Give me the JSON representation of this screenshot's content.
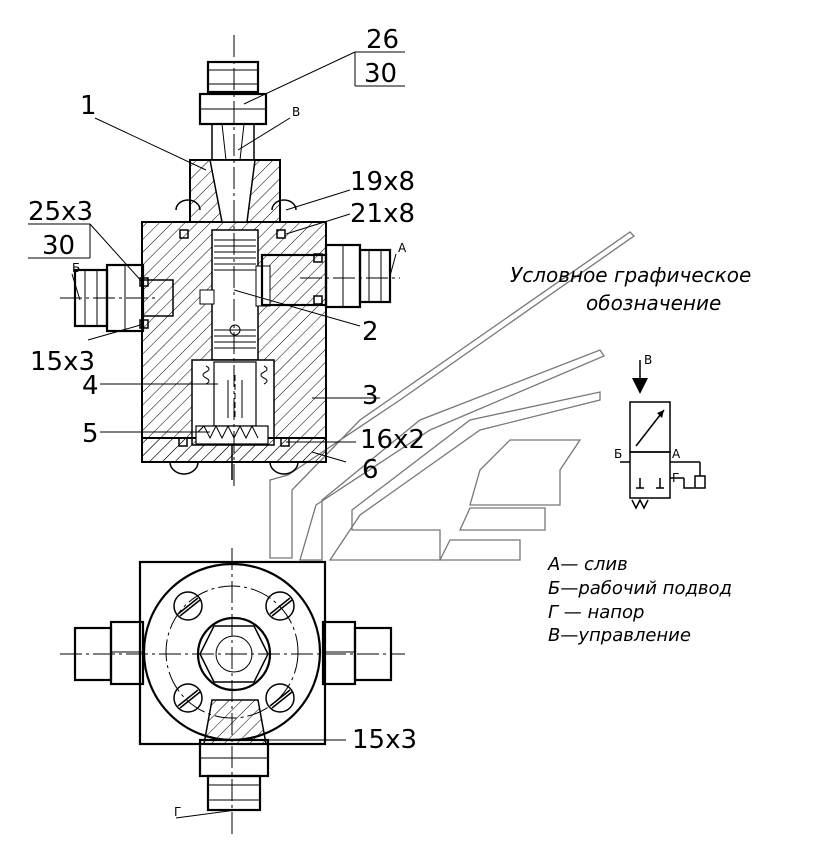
{
  "callouts": {
    "c26": "26",
    "c30_top": "30",
    "c1": "1",
    "cV_top": "В",
    "c19x8": "19x8",
    "c21x8": "21x8",
    "c25x3": "25x3",
    "c30_left": "30",
    "cB_left": "Б",
    "cA_right": "А",
    "c2": "2",
    "c15x3_left": "15x3",
    "c4": "4",
    "c3": "3",
    "c5": "5",
    "c16x2": "16x2",
    "c6": "6",
    "c15x3_bottom": "15x3",
    "cG_bottom": "Г"
  },
  "symbol": {
    "title_line1": "Условное графическое",
    "title_line2": "обозначение",
    "port_V": "В",
    "port_B": "Б",
    "port_A": "А",
    "port_G": "Г"
  },
  "legend": {
    "items": [
      "А—  слив",
      "Б—рабочий подвод",
      "Г —  напор",
      "В—управление"
    ]
  },
  "colors": {
    "line": "#000000",
    "watermark": "#777777",
    "background": "#ffffff"
  }
}
